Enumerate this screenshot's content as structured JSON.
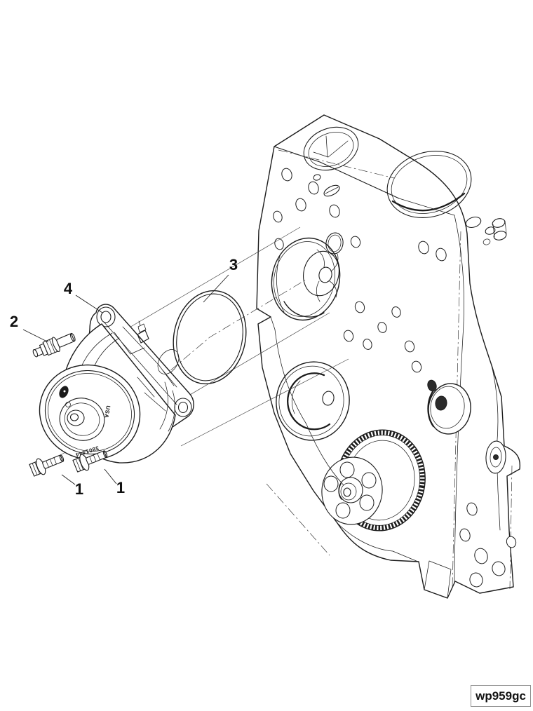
{
  "figure": {
    "code": "wp959gc"
  },
  "callouts": [
    {
      "label": "1"
    },
    {
      "label": "1"
    },
    {
      "label": "2"
    },
    {
      "label": "3"
    },
    {
      "label": "4"
    }
  ],
  "pump_markings": {
    "part_number": "3801444",
    "origin": "USA"
  },
  "colors": {
    "line": "#1c1c1c",
    "background": "#ffffff",
    "label_box_border": "#8f8f8f"
  }
}
